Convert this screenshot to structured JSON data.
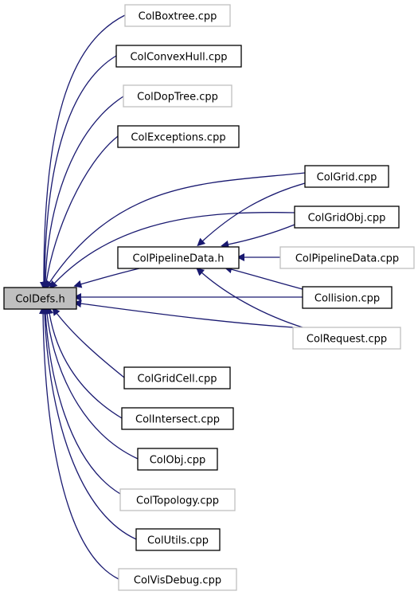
{
  "diagram": {
    "edge_color": "#191970",
    "focus_fill": "#bfbfbf",
    "linked_border": "#000000",
    "unlinked_border": "#bfbfbf",
    "nodes": {
      "coldefs": {
        "label": "ColDefs.h",
        "focus": true
      },
      "colboxtree": {
        "label": "ColBoxtree.cpp",
        "linked": false
      },
      "colconvexhull": {
        "label": "ColConvexHull.cpp",
        "linked": true
      },
      "coldoptree": {
        "label": "ColDopTree.cpp",
        "linked": false
      },
      "colexceptions": {
        "label": "ColExceptions.cpp",
        "linked": true
      },
      "colgrid": {
        "label": "ColGrid.cpp",
        "linked": true
      },
      "colgridobj": {
        "label": "ColGridObj.cpp",
        "linked": true
      },
      "colpipelinedata_h": {
        "label": "ColPipelineData.h",
        "linked": true
      },
      "colpipelinedata_cpp": {
        "label": "ColPipelineData.cpp",
        "linked": false
      },
      "collision": {
        "label": "Collision.cpp",
        "linked": true
      },
      "colrequest": {
        "label": "ColRequest.cpp",
        "linked": false
      },
      "colgridcell": {
        "label": "ColGridCell.cpp",
        "linked": true
      },
      "colintersect": {
        "label": "ColIntersect.cpp",
        "linked": true
      },
      "colobj": {
        "label": "ColObj.cpp",
        "linked": true
      },
      "coltopology": {
        "label": "ColTopology.cpp",
        "linked": false
      },
      "colutils": {
        "label": "ColUtils.cpp",
        "linked": true
      },
      "colvisdebug": {
        "label": "ColVisDebug.cpp",
        "linked": false
      }
    },
    "edges": [
      {
        "from": "colboxtree",
        "to": "coldefs"
      },
      {
        "from": "colconvexhull",
        "to": "coldefs"
      },
      {
        "from": "coldoptree",
        "to": "coldefs"
      },
      {
        "from": "colexceptions",
        "to": "coldefs"
      },
      {
        "from": "colgrid",
        "to": "coldefs"
      },
      {
        "from": "colgridobj",
        "to": "coldefs"
      },
      {
        "from": "colpipelinedata_h",
        "to": "coldefs"
      },
      {
        "from": "collision",
        "to": "coldefs"
      },
      {
        "from": "colrequest",
        "to": "coldefs"
      },
      {
        "from": "colgridcell",
        "to": "coldefs"
      },
      {
        "from": "colintersect",
        "to": "coldefs"
      },
      {
        "from": "colobj",
        "to": "coldefs"
      },
      {
        "from": "coltopology",
        "to": "coldefs"
      },
      {
        "from": "colutils",
        "to": "coldefs"
      },
      {
        "from": "colvisdebug",
        "to": "coldefs"
      },
      {
        "from": "colgrid",
        "to": "colpipelinedata_h"
      },
      {
        "from": "colgridobj",
        "to": "colpipelinedata_h"
      },
      {
        "from": "colpipelinedata_cpp",
        "to": "colpipelinedata_h"
      },
      {
        "from": "collision",
        "to": "colpipelinedata_h"
      },
      {
        "from": "colrequest",
        "to": "colpipelinedata_h"
      }
    ]
  }
}
